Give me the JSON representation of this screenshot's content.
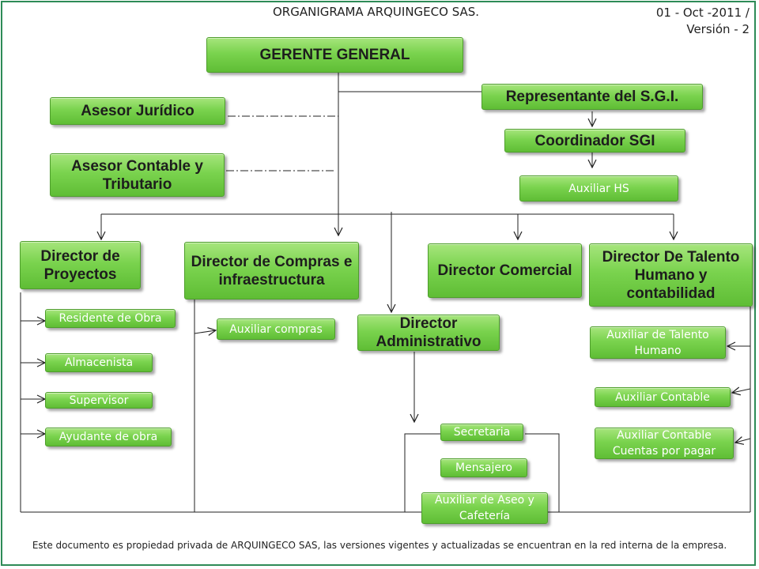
{
  "header": {
    "title": "ORGANIGRAMA ARQUINGECO SAS.",
    "date": "01 - Oct -2011 /",
    "version": "Versión - 2"
  },
  "positions": {
    "gerente_general": "GERENTE GENERAL",
    "representante_sgi": "Representante del S.G.I.",
    "asesor_juridico": "Asesor Jurídico",
    "coordinador_sgi": "Coordinador  SGI",
    "asesor_contable": "Asesor Contable y Tributario",
    "auxiliar_hs": "Auxiliar HS",
    "director_proyectos": "Director de Proyectos",
    "director_compras": "Director de Compras e infraestructura",
    "director_comercial": "Director Comercial",
    "director_talento": "Director De Talento Humano y contabilidad",
    "director_administrativo": "Director Administrativo",
    "residente_obra": "Residente de Obra",
    "almacenista": "Almacenista",
    "supervisor": "Supervisor",
    "ayudante_obra": "Ayudante de obra",
    "auxiliar_compras": "Auxiliar compras",
    "secretaria": "Secretaria",
    "mensajero": "Mensajero",
    "auxiliar_aseo": "Auxiliar de Aseo y Cafetería",
    "auxiliar_talento": "Auxiliar  de Talento Humano",
    "auxiliar_contable": "Auxiliar  Contable",
    "auxiliar_contable_cxp": "Auxiliar Contable Cuentas por pagar"
  },
  "footer": "Este documento es propiedad privada de ARQUINGECO  SAS, las versiones vigentes y actualizadas se encuentran en la red interna de la empresa."
}
